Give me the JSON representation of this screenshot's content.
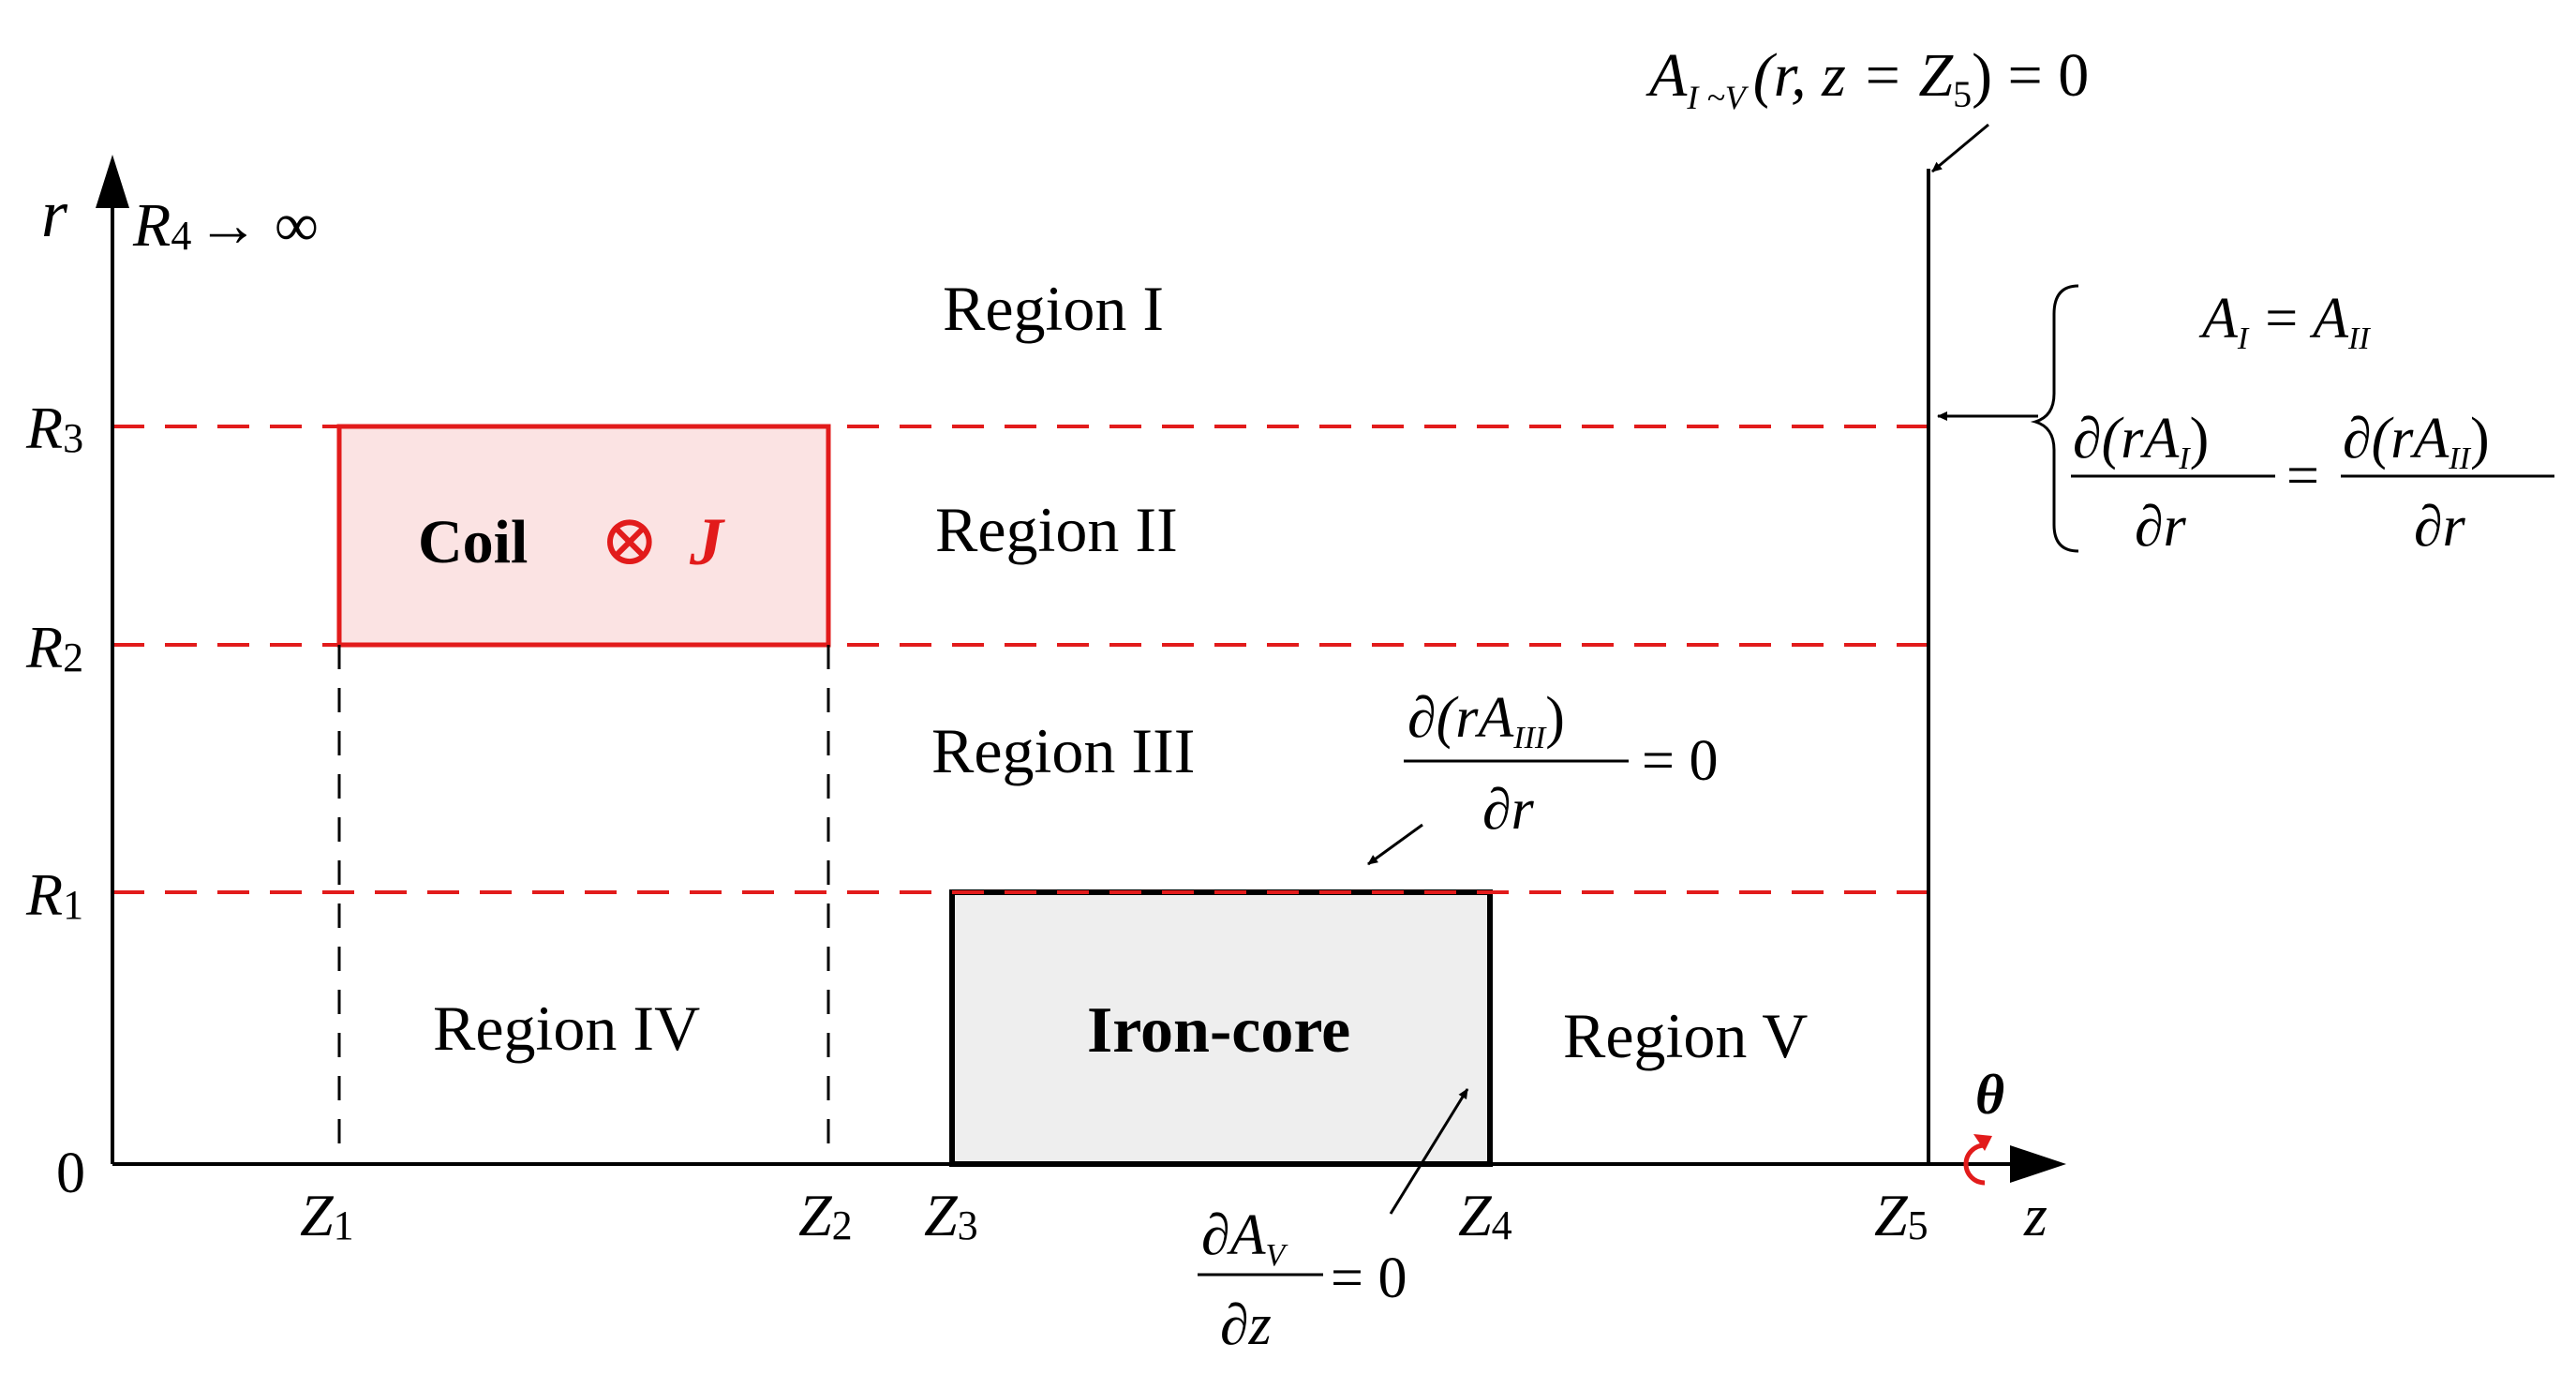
{
  "colors": {
    "axis": "#000000",
    "boundary_red": "#e21b1b",
    "coil_fill": "#fbe3e3",
    "core_fill": "#eeeeee"
  },
  "axes": {
    "r_label": "r",
    "z_label": "z",
    "theta_label": "θ",
    "origin_label": "0",
    "r4_label": {
      "main": "R",
      "sub": "4",
      "rest": "→ ∞"
    },
    "r_ticks": [
      {
        "main": "R",
        "sub": "3"
      },
      {
        "main": "R",
        "sub": "2"
      },
      {
        "main": "R",
        "sub": "1"
      }
    ],
    "z_ticks": [
      {
        "main": "Z",
        "sub": "1"
      },
      {
        "main": "Z",
        "sub": "2"
      },
      {
        "main": "Z",
        "sub": "3"
      },
      {
        "main": "Z",
        "sub": "4"
      },
      {
        "main": "Z",
        "sub": "5"
      }
    ]
  },
  "regions": {
    "region_1": "Region I",
    "region_2": "Region II",
    "region_3": "Region III",
    "region_4": "Region IV",
    "region_5": "Region V"
  },
  "coil": {
    "label": "Coil",
    "symbol": "⊗",
    "current": "J"
  },
  "core": {
    "label": "Iron-core"
  },
  "equations": {
    "top_bc": {
      "A": "A",
      "sub": "I ~V",
      "args": "(r, z = Z",
      "argsub": "5",
      "tail": ") = 0"
    },
    "interface_1": {
      "lhs": "A",
      "lhs_sub": "I",
      "eq": "=",
      "rhs": "A",
      "rhs_sub": "II"
    },
    "interface_2": {
      "num_left": "∂(rA",
      "num_left_sub": "I",
      "num_left_close": ")",
      "den": "∂r",
      "eq": "=",
      "num_right": "∂(rA",
      "num_right_sub": "II",
      "num_right_close": ")"
    },
    "core_top_bc": {
      "num": "∂(rA",
      "num_sub": "III",
      "num_close": ")",
      "den": "∂r",
      "tail": "= 0"
    },
    "core_side_bc": {
      "num": "∂A",
      "num_sub": "V",
      "den": "∂z",
      "tail": "= 0"
    }
  }
}
